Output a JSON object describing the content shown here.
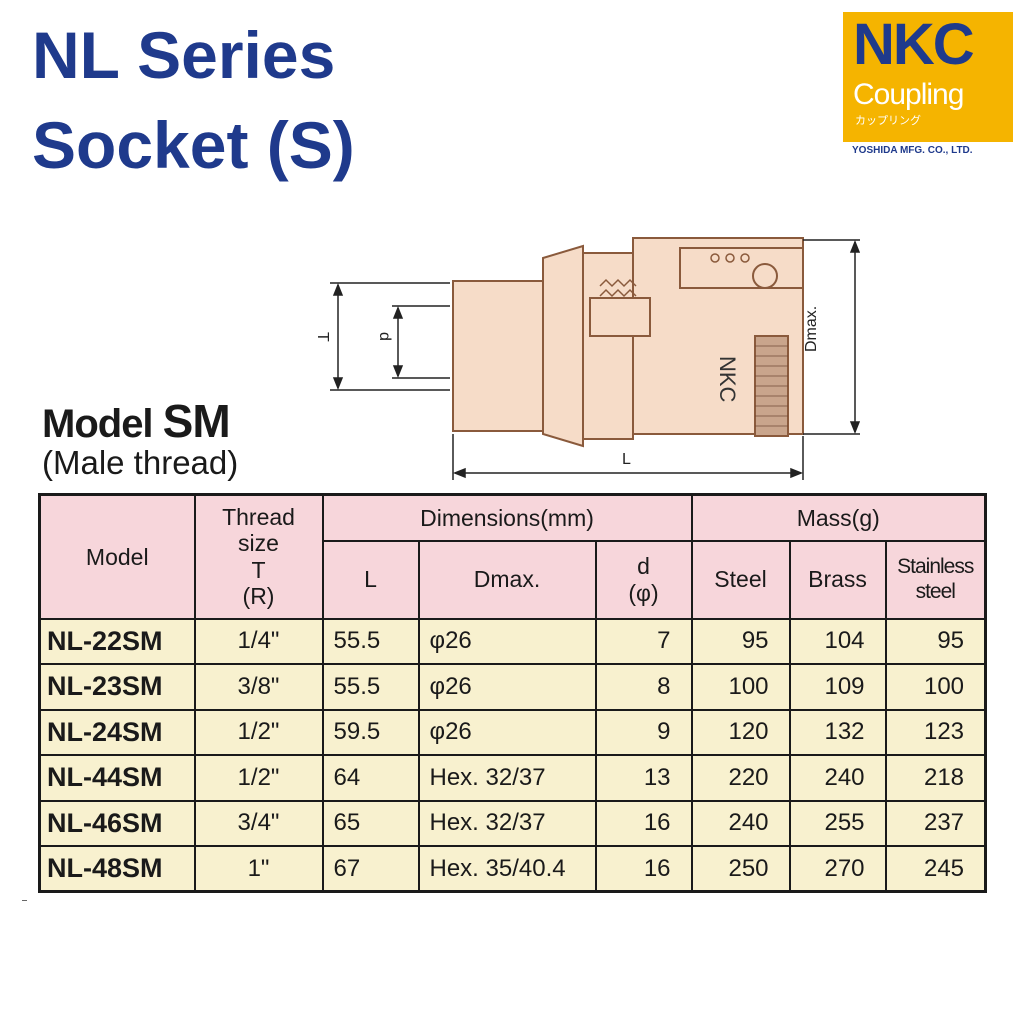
{
  "title": {
    "line1": "NL Series",
    "line2": "Socket (S)"
  },
  "logo": {
    "brand": "NKC",
    "product": "Coupling",
    "kana": "カップリング",
    "company": "YOSHIDA MFG. CO., LTD."
  },
  "model": {
    "prefix": "Model ",
    "code": "SM",
    "subtitle": "(Male thread)"
  },
  "drawing": {
    "label_T": "T",
    "label_d": "d",
    "label_L": "L",
    "label_Dmax": "Dmax.",
    "body_text": "NKC"
  },
  "colors": {
    "title_blue": "#1f3a8c",
    "logo_yellow": "#f5b400",
    "header_pink": "#f7d6db",
    "cell_cream": "#f8f1cf",
    "part_fill": "#f6dcc8"
  },
  "table": {
    "headers": {
      "model": "Model",
      "thread": "Thread size T (R)",
      "thread_l1": "Thread",
      "thread_l2": "size",
      "thread_l3": "T",
      "thread_l4": "(R)",
      "dimensions": "Dimensions(mm)",
      "mass": "Mass(g)",
      "L": "L",
      "Dmax": "Dmax.",
      "d_l1": "d",
      "d_l2": "(φ)",
      "steel": "Steel",
      "brass": "Brass",
      "stainless_l1": "Stainless",
      "stainless_l2": "steel"
    },
    "rows": [
      {
        "model": "NL-22SM",
        "thread": "1/4\"",
        "L": "55.5",
        "Dmax": "φ26",
        "d": "7",
        "steel": "95",
        "brass": "104",
        "stainless": "95"
      },
      {
        "model": "NL-23SM",
        "thread": "3/8\"",
        "L": "55.5",
        "Dmax": "φ26",
        "d": "8",
        "steel": "100",
        "brass": "109",
        "stainless": "100"
      },
      {
        "model": "NL-24SM",
        "thread": "1/2\"",
        "L": "59.5",
        "Dmax": "φ26",
        "d": "9",
        "steel": "120",
        "brass": "132",
        "stainless": "123"
      },
      {
        "model": "NL-44SM",
        "thread": "1/2\"",
        "L": "64",
        "Dmax": "Hex. 32/37",
        "d": "13",
        "steel": "220",
        "brass": "240",
        "stainless": "218"
      },
      {
        "model": "NL-46SM",
        "thread": "3/4\"",
        "L": "65",
        "Dmax": "Hex. 32/37",
        "d": "16",
        "steel": "240",
        "brass": "255",
        "stainless": "237"
      },
      {
        "model": "NL-48SM",
        "thread": "1\"",
        "L": "67",
        "Dmax": "Hex. 35/40.4",
        "d": "16",
        "steel": "250",
        "brass": "270",
        "stainless": "245"
      }
    ]
  }
}
